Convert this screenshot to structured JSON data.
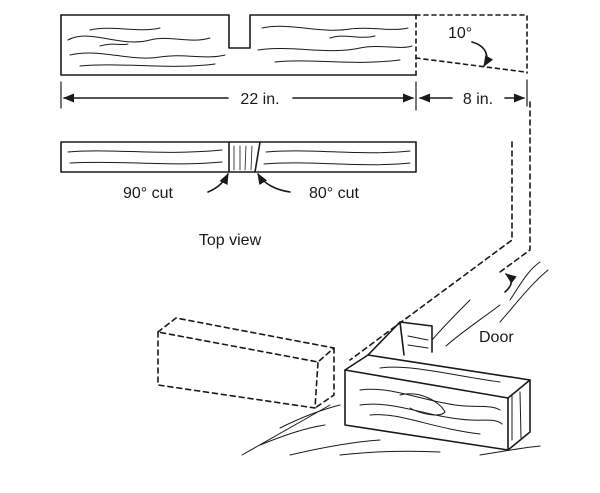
{
  "labels": {
    "angle_top": "10°",
    "length_main": "22 in.",
    "length_end": "8 in.",
    "cut_left": "90° cut",
    "cut_right": "80° cut",
    "view_caption": "Top view",
    "door": "Door"
  }
}
